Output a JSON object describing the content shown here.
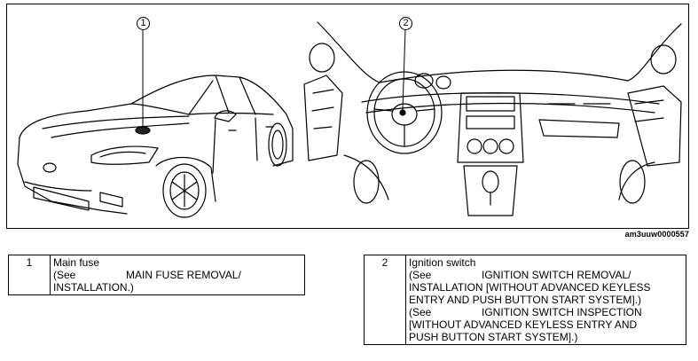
{
  "figure": {
    "id": "am3uuw0000557",
    "callouts": [
      "1",
      "2"
    ]
  },
  "legend": [
    {
      "num": "1",
      "title": "Main fuse",
      "lines": [
        {
          "see": "(See",
          "text": "MAIN FUSE REMOVAL/"
        },
        {
          "text": "INSTALLATION.)"
        }
      ]
    },
    {
      "num": "2",
      "title": "Ignition switch",
      "lines": [
        {
          "see": "(See",
          "text": "IGNITION SWITCH REMOVAL/"
        },
        {
          "text": "INSTALLATION [WITHOUT ADVANCED KEYLESS"
        },
        {
          "text": "ENTRY AND PUSH BUTTON START SYSTEM].)"
        },
        {
          "see": "(See",
          "text": "IGNITION SWITCH INSPECTION"
        },
        {
          "text": "[WITHOUT ADVANCED KEYLESS ENTRY AND"
        },
        {
          "text": "PUSH BUTTON START SYSTEM].)"
        }
      ]
    }
  ]
}
